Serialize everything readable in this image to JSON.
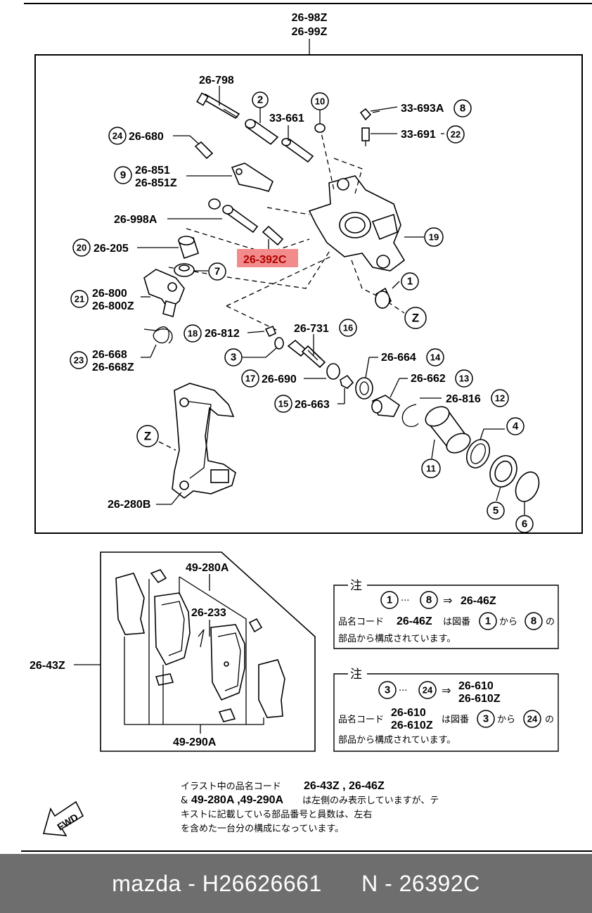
{
  "assembly": {
    "code1": "26-98Z",
    "code2": "26-99Z"
  },
  "parts": {
    "p26_798": "26-798",
    "p26_680": "26-680",
    "p26_851": "26-851",
    "p26_851z": "26-851Z",
    "p26_998a": "26-998A",
    "p26_205": "26-205",
    "p26_392c": "26-392C",
    "p26_800": "26-800",
    "p26_800z": "26-800Z",
    "p26_668": "26-668",
    "p26_668z": "26-668Z",
    "p26_812": "26-812",
    "p26_731": "26-731",
    "p26_690": "26-690",
    "p26_663": "26-663",
    "p26_664": "26-664",
    "p26_662": "26-662",
    "p26_816": "26-816",
    "p26_280b": "26-280B",
    "p33_661": "33-661",
    "p33_693a": "33-693A",
    "p33_691": "33-691",
    "p49_280a": "49-280A",
    "p26_233": "26-233",
    "p26_43z": "26-43Z",
    "p49_290a": "49-290A"
  },
  "ref_numbers": {
    "n1": "1",
    "n2": "2",
    "n3": "3",
    "n4": "4",
    "n5": "5",
    "n6": "6",
    "n7": "7",
    "n8": "8",
    "n9": "9",
    "n10": "10",
    "n11": "11",
    "n12": "12",
    "n13": "13",
    "n14": "14",
    "n15": "15",
    "n16": "16",
    "n17": "17",
    "n18": "18",
    "n19": "19",
    "n20": "20",
    "n21": "21",
    "n22": "22",
    "n23": "23",
    "n24": "24",
    "z": "Z"
  },
  "note1": {
    "heading": "注",
    "range_from": "1",
    "range_dots": "···",
    "range_to": "8",
    "arrow": "⇒",
    "result": "26-46Z",
    "line2_a": "品名コード",
    "line2_code": "26-46Z",
    "line2_b": "は図番",
    "line2_from": "1",
    "line2_c": "から",
    "line2_to": "8",
    "line2_d": "の",
    "line3": "部品から構成されています。"
  },
  "note2": {
    "heading": "注",
    "range_from": "3",
    "range_dots": "···",
    "range_to": "24",
    "arrow": "⇒",
    "result1": "26-610",
    "result2": "26-610Z",
    "line2_a": "品名コード",
    "line2_code1": "26-610",
    "line2_code2": "26-610Z",
    "line2_b": "は図番",
    "line2_from": "3",
    "line2_c": "から",
    "line2_to": "24",
    "line2_d": "の",
    "line3": "部品から構成されています。"
  },
  "footnote": {
    "line1_a": "イラスト中の品名コード",
    "line1_codes": "26-43Z , 26-46Z",
    "line2_a": "&",
    "line2_codes": "49-280A ,49-290A",
    "line2_b": "は左側のみ表示していますが、テ",
    "line3": "キストに記載している部品番号と員数は、左右",
    "line4": "を含めた一台分の構成になっています。"
  },
  "fwd_label": "FWD",
  "highlight_color": "#f28b8b",
  "footer": {
    "brand": "mazda - H26626661",
    "part": "N - 26392C"
  }
}
